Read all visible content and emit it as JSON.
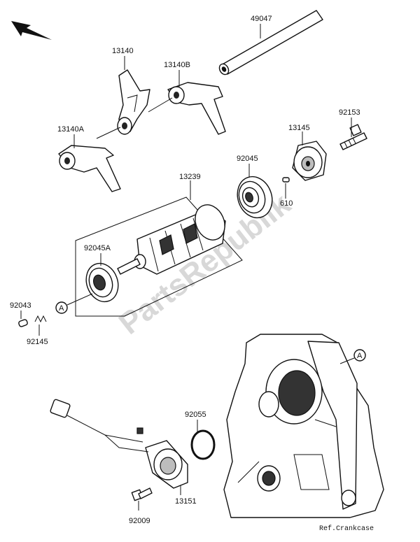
{
  "watermark": "PartsRepublik",
  "callouts": [
    {
      "id": "49047",
      "text": "49047"
    },
    {
      "id": "13140",
      "text": "13140"
    },
    {
      "id": "13140B",
      "text": "13140B"
    },
    {
      "id": "13140A",
      "text": "13140A"
    },
    {
      "id": "92153",
      "text": "92153"
    },
    {
      "id": "13145",
      "text": "13145"
    },
    {
      "id": "92045",
      "text": "92045"
    },
    {
      "id": "610",
      "text": "610"
    },
    {
      "id": "13239",
      "text": "13239"
    },
    {
      "id": "92045A",
      "text": "92045A"
    },
    {
      "id": "92043",
      "text": "92043"
    },
    {
      "id": "92145",
      "text": "92145"
    },
    {
      "id": "92055",
      "text": "92055"
    },
    {
      "id": "13151",
      "text": "13151"
    },
    {
      "id": "92009",
      "text": "92009"
    }
  ],
  "ref_markers": [
    "A",
    "A"
  ],
  "reference_note": "Ref.Crankcase",
  "icons": {
    "direction": "arrow-up-left-icon"
  }
}
